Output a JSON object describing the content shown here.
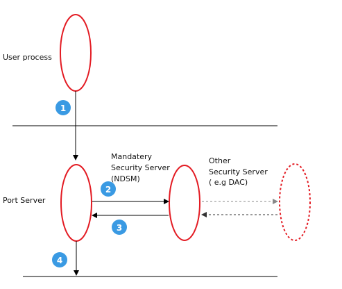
{
  "labels": {
    "user_process": "User process",
    "port_server": "Port Server",
    "mandatory_line1": "Mandatery",
    "mandatory_line2": "Security Server",
    "mandatory_line3": "(NDSM)",
    "other_line1": "Other",
    "other_line2": "Security Server",
    "other_line3": "( e.g DAC)"
  },
  "steps": [
    "1",
    "2",
    "3",
    "4"
  ],
  "colors": {
    "ellipse_stroke": "#e31b23",
    "badge_fill": "#3a9ae3",
    "line": "#000000",
    "dashed_arrow": "#888888",
    "dashed_arrow_back": "#333333"
  }
}
